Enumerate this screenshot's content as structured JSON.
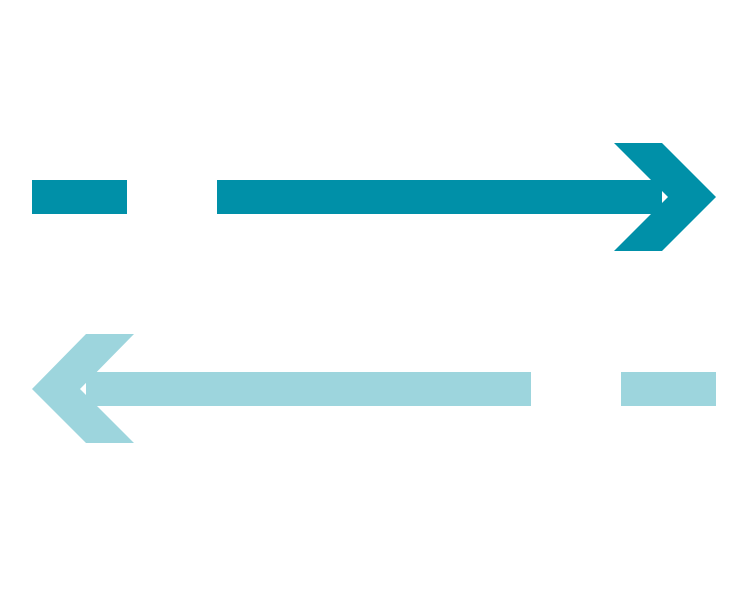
{
  "colors": {
    "background": "#ffffff",
    "arrow_right": "#0090a8",
    "arrow_left": "#9dd5dd"
  },
  "arrows": [
    {
      "name": "arrow-right",
      "direction": "right",
      "color_key": "arrow_right"
    },
    {
      "name": "arrow-left",
      "direction": "left",
      "color_key": "arrow_left"
    }
  ]
}
